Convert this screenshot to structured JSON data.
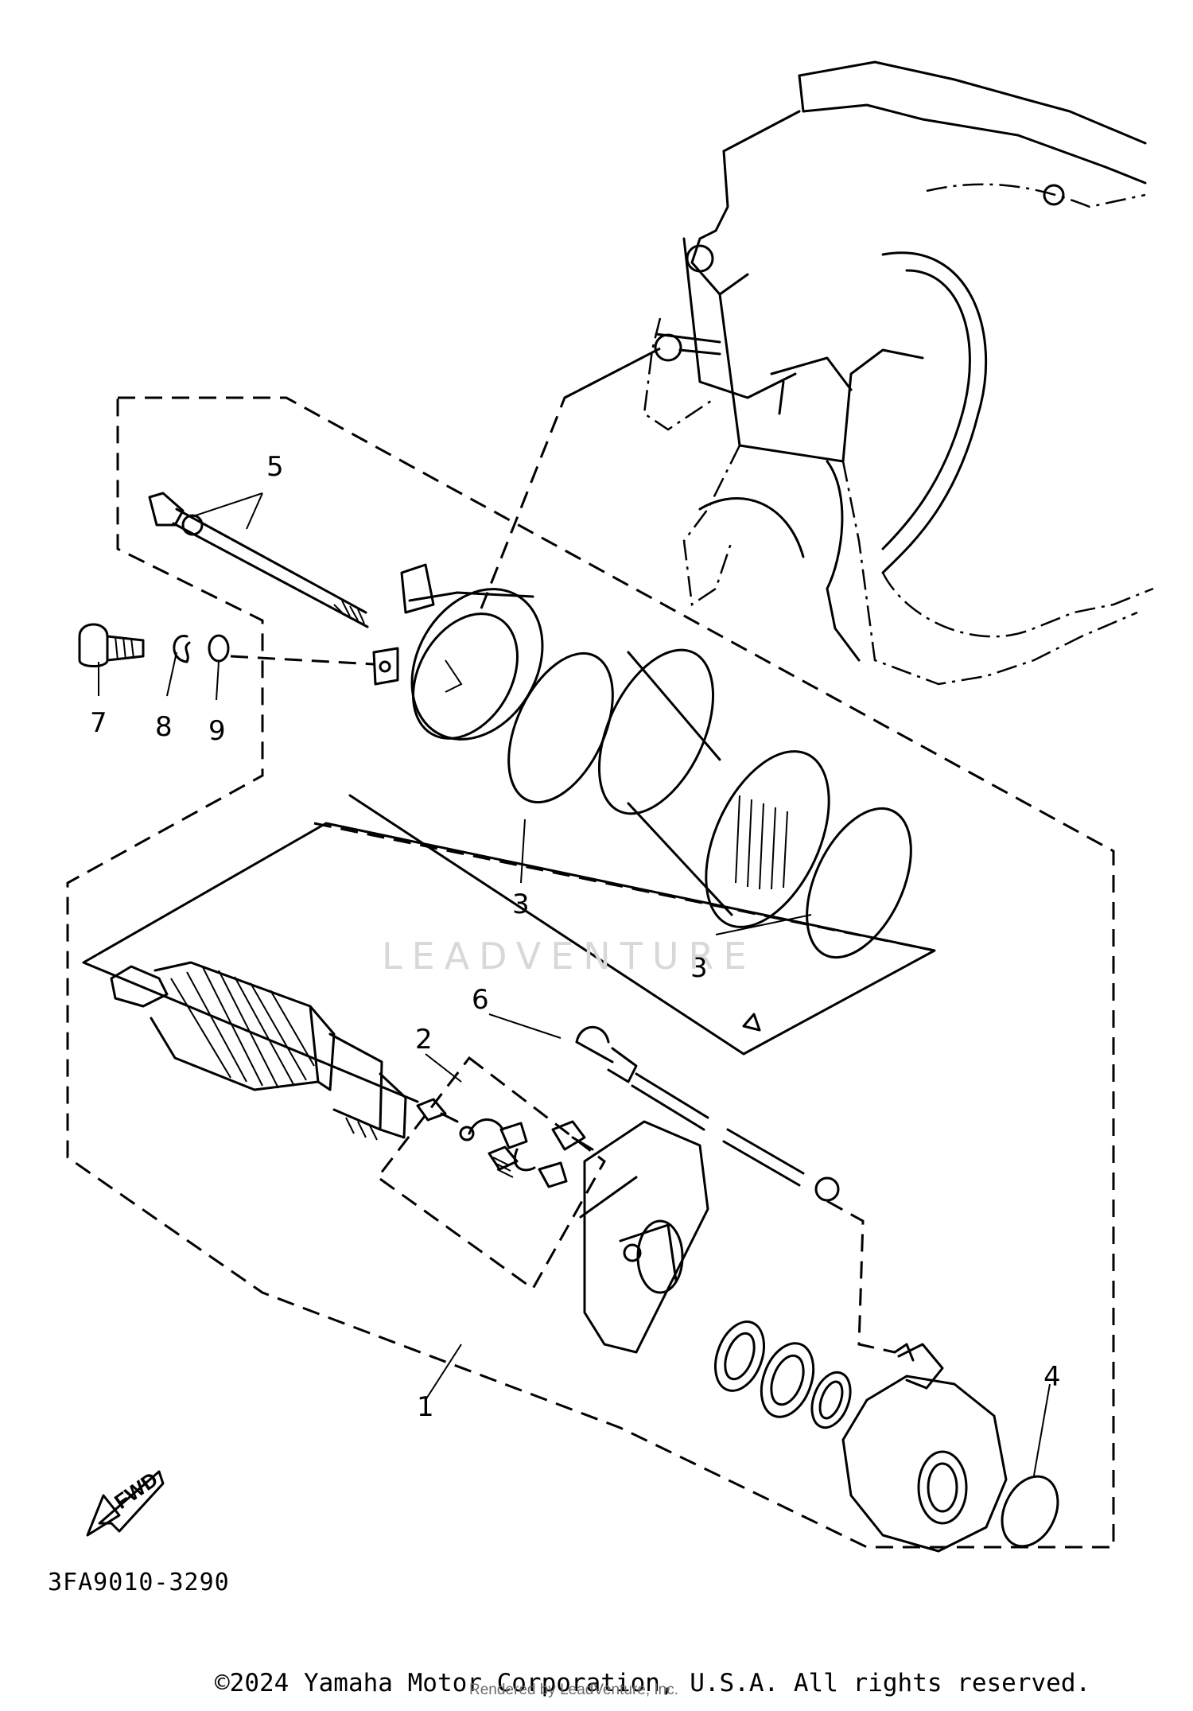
{
  "diagram": {
    "diagram_code": "3FA9010-3290",
    "watermark": "LEADVENTURE",
    "fwd_arrow_label": "FWD",
    "callouts": [
      {
        "id": "1",
        "label": "1"
      },
      {
        "id": "2",
        "label": "2"
      },
      {
        "id": "3a",
        "label": "3"
      },
      {
        "id": "3b",
        "label": "3"
      },
      {
        "id": "4",
        "label": "4"
      },
      {
        "id": "5",
        "label": "5"
      },
      {
        "id": "6",
        "label": "6"
      },
      {
        "id": "7",
        "label": "7"
      },
      {
        "id": "8",
        "label": "8"
      },
      {
        "id": "9",
        "label": "9"
      }
    ]
  },
  "footer": {
    "copyright": "©2024 Yamaha Motor Corporation, U.S.A. All rights reserved.",
    "rendered_by": "Rendered by LeadVenture, Inc."
  }
}
